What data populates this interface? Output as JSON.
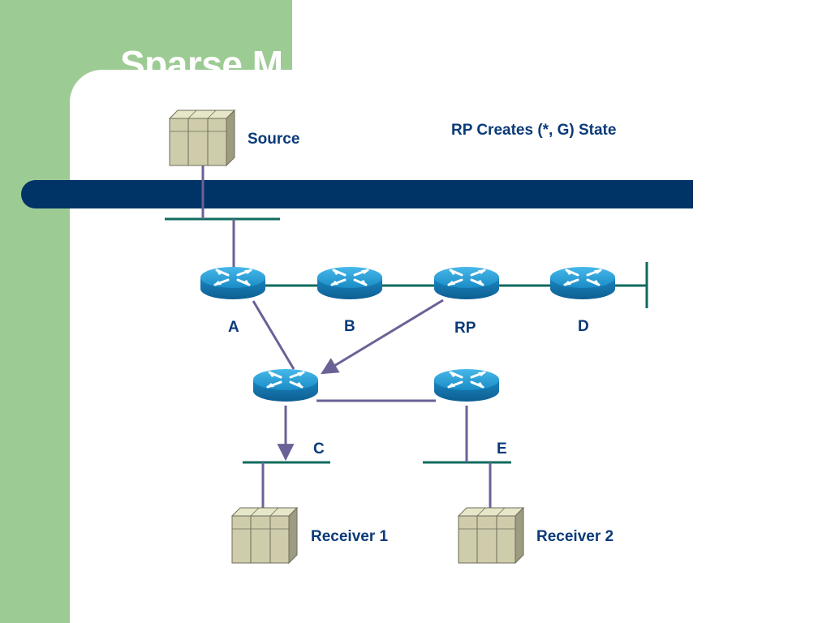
{
  "slide": {
    "title": "Sparse M"
  },
  "diagram": {
    "caption": "RP Creates (*, G) State",
    "hosts": {
      "source": "Source",
      "receiver1": "Receiver 1",
      "receiver2": "Receiver 2"
    },
    "routers": {
      "a": "A",
      "b": "B",
      "rp": "RP",
      "d": "D",
      "c": "C",
      "e": "E"
    }
  },
  "colors": {
    "panel": "#9dcb94",
    "bar": "#003366",
    "segment": "#0f6b5e",
    "link": "#6a6296",
    "router": "#1a8cc6",
    "label": "#0a3a78"
  }
}
